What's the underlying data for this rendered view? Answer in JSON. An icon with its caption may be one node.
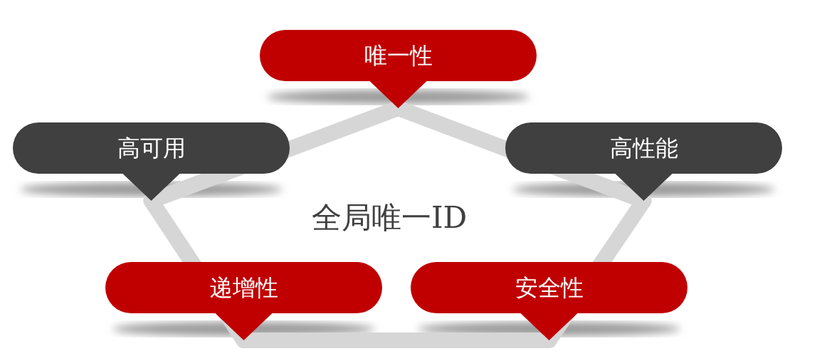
{
  "diagram": {
    "nodes": [
      {
        "text": [
          "唯一性"
        ]
      },
      {
        "text": [
          "高可用"
        ]
      },
      {
        "text": [
          "高性能"
        ]
      },
      {
        "text": [
          "递增性"
        ]
      },
      {
        "text": [
          "安全性"
        ]
      }
    ],
    "edges": [
      {
        "from": 0,
        "to": 1,
        "arrow": "none"
      },
      {
        "from": 0,
        "to": 2,
        "arrow": "none"
      },
      {
        "from": 1,
        "to": 3,
        "arrow": "none"
      },
      {
        "from": 2,
        "to": 4,
        "arrow": "none"
      },
      {
        "from": 3,
        "to": 4,
        "arrow": "none"
      }
    ],
    "labels": [
      "全局唯一ID"
    ]
  }
}
